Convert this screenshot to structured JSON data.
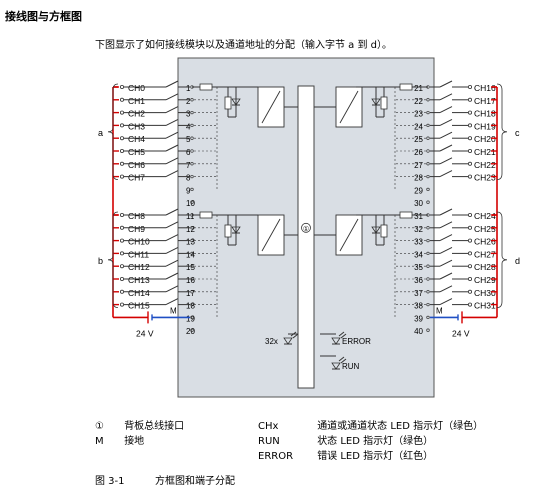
{
  "heading": "接线图与方框图",
  "intro": "下图显示了如何接线模块以及通道地址的分配（输入字节 a 到 d）。",
  "diagram": {
    "left_channels": [
      "CH0",
      "CH1",
      "CH2",
      "CH3",
      "CH4",
      "CH5",
      "CH6",
      "CH7",
      "CH8",
      "CH9",
      "CH10",
      "CH11",
      "CH12",
      "CH13",
      "CH14",
      "CH15"
    ],
    "right_channels": [
      "CH16",
      "CH17",
      "CH18",
      "CH19",
      "CH20",
      "CH21",
      "CH22",
      "CH23",
      "CH24",
      "CH25",
      "CH26",
      "CH27",
      "CH28",
      "CH29",
      "CH30",
      "CH31"
    ],
    "left_terminals": [
      "1",
      "2",
      "3",
      "4",
      "5",
      "6",
      "7",
      "8",
      "9",
      "10",
      "11",
      "12",
      "13",
      "14",
      "15",
      "16",
      "17",
      "18",
      "19",
      "20"
    ],
    "right_terminals": [
      "21",
      "22",
      "23",
      "24",
      "25",
      "26",
      "27",
      "28",
      "29",
      "30",
      "31",
      "32",
      "33",
      "34",
      "35",
      "36",
      "37",
      "38",
      "39",
      "40"
    ],
    "group_labels": [
      "a",
      "b",
      "c",
      "d"
    ],
    "supply_label": "24 V",
    "ground_label": "M",
    "backplane_marker": "①",
    "led_32x": "32x",
    "led_error": "ERROR",
    "led_run": "RUN",
    "colors": {
      "wire": "#d40000",
      "plus": "#d40000",
      "minus": "#1f4fc4",
      "module": "#d9dee4"
    }
  },
  "legend": {
    "items": [
      {
        "sym": "①",
        "text": "背板总线接口"
      },
      {
        "sym": "M",
        "text": "接地"
      }
    ],
    "leds": [
      {
        "sym": "CHx",
        "text": "通道或通道状态 LED 指示灯（绿色）"
      },
      {
        "sym": "RUN",
        "text": "状态 LED 指示灯（绿色）"
      },
      {
        "sym": "ERROR",
        "text": "错误 LED 指示灯（红色）"
      }
    ]
  },
  "figure": {
    "number": "图 3-1",
    "caption": "方框图和端子分配"
  }
}
